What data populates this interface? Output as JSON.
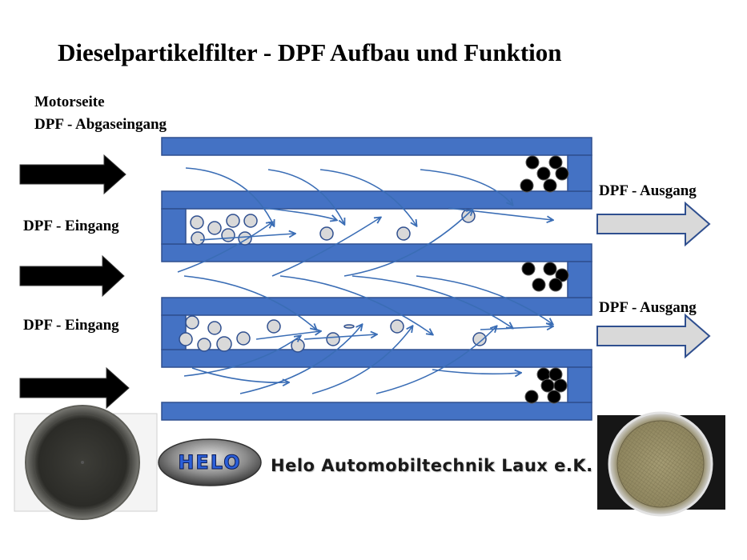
{
  "title": "Dieselpartikelfilter - DPF Aufbau und Funktion",
  "labels": {
    "engine_side": "Motorseite",
    "exhaust_inlet": "DPF  - Abgaseingang",
    "inlet_1": "DPF  - Eingang",
    "inlet_2": "DPF  - Eingang",
    "outlet_1": "DPF  - Ausgang",
    "outlet_2": "DPF  - Ausgang"
  },
  "logo": {
    "text": "HELO"
  },
  "company": "Helo Automobiltechnik Laux e.K.",
  "colors": {
    "wall_blue": "#4472c4",
    "wall_border": "#2f4f8f",
    "flow_arrow": "#3a6db5",
    "inlet_arrow": "#000000",
    "outlet_arrow": "#d9d9d9"
  },
  "photos": [
    {
      "name": "filter-front-sooty"
    },
    {
      "name": "filter-back-clean"
    }
  ]
}
